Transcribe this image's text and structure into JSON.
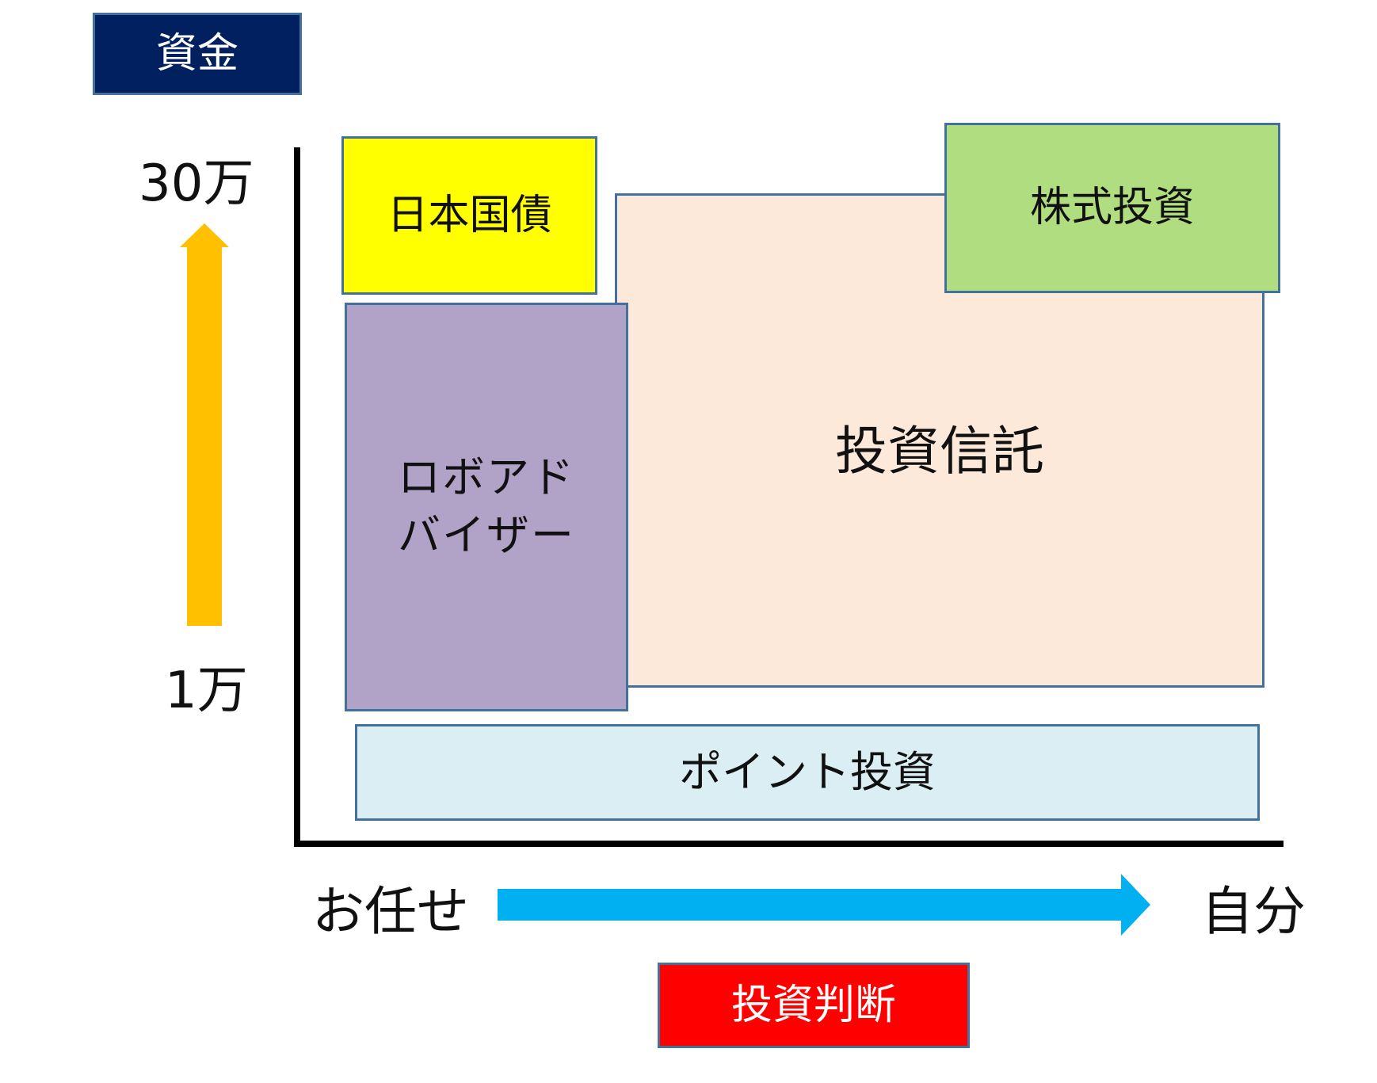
{
  "header": {
    "title": "資金"
  },
  "y_axis": {
    "top_label": "30万",
    "bottom_label": "1万"
  },
  "x_axis": {
    "left_label": "お任せ",
    "right_label": "自分",
    "caption": "投資判断"
  },
  "boxes": {
    "japan_bonds": "日本国債",
    "stocks": "株式投資",
    "trust": "投資信託",
    "robo_line1": "ロボアド",
    "robo_line2": "バイザー",
    "points": "ポイント投資"
  },
  "colors": {
    "header_bg": "#002060",
    "caption_bg": "#ff0000",
    "japan_bonds": "#ffff00",
    "stocks": "#b0dd80",
    "trust": "#fde9d9",
    "robo": "#b1a2c8",
    "points": "#dbeef4",
    "border": "#41719c",
    "up_arrow": "#ffc000",
    "right_arrow": "#00b0f0"
  }
}
